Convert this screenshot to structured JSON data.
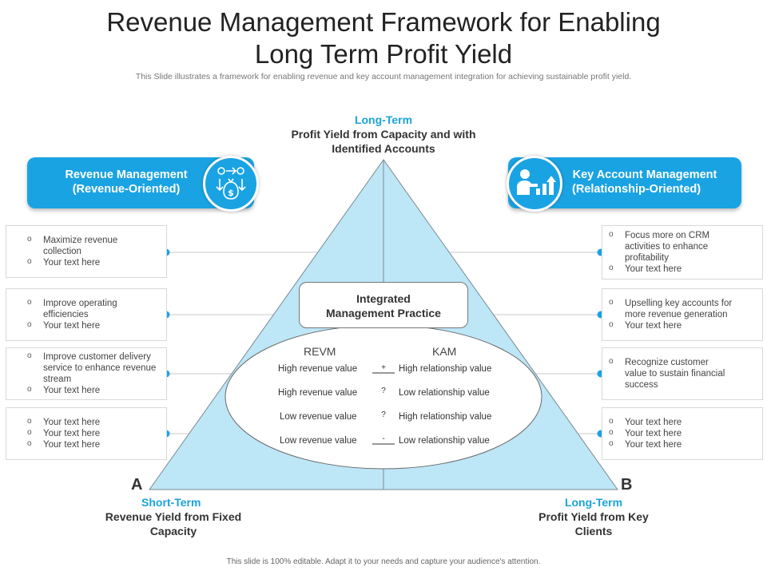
{
  "title_line1": "Revenue Management Framework for Enabling",
  "title_line2": "Long Term Profit Yield",
  "subtitle": "This Slide illustrates a framework for enabling revenue and key account management integration for achieving sustainable profit yield.",
  "top": {
    "term": "Long-Term",
    "desc1": "Profit Yield from Capacity and with",
    "desc2": "Identified Accounts"
  },
  "left_corner": {
    "letter": "A",
    "term": "Short-Term",
    "desc1": "Revenue Yield from Fixed",
    "desc2": "Capacity"
  },
  "right_corner": {
    "letter": "B",
    "term": "Long-Term",
    "desc1": "Profit Yield from Key",
    "desc2": "Clients"
  },
  "left_pill": {
    "line1": "Revenue Management",
    "line2": "(Revenue-Oriented)",
    "icon": "money-flow-icon"
  },
  "right_pill": {
    "line1": "Key Account Management",
    "line2": "(Relationship-Oriented)",
    "icon": "client-growth-icon"
  },
  "left_boxes": [
    [
      "Maximize revenue collection",
      "Your text here"
    ],
    [
      "Improve operating efficiencies",
      "Your text here"
    ],
    [
      "Improve customer delivery service to enhance revenue stream",
      "Your text here"
    ],
    [
      "Your text here",
      "Your text here",
      "Your text here"
    ]
  ],
  "right_boxes": [
    [
      "Focus more on CRM activities to enhance profitability",
      "Your text here"
    ],
    [
      "Upselling key accounts for more revenue generation",
      "Your text here"
    ],
    [
      "Recognize customer value to sustain financial success"
    ],
    [
      "Your text here",
      "Your text here",
      "Your text here"
    ]
  ],
  "center": {
    "line1": "Integrated",
    "line2": "Management Practice",
    "col_left": "REVM",
    "col_right": "KAM",
    "rows": [
      {
        "left": "High revenue value",
        "symbol": "+",
        "right": "High relationship value"
      },
      {
        "left": "High revenue value",
        "symbol": "?",
        "right": "Low relationship value"
      },
      {
        "left": "Low revenue value",
        "symbol": "?",
        "right": "High relationship value"
      },
      {
        "left": "Low revenue value",
        "symbol": "-",
        "right": "Low relationship value"
      }
    ]
  },
  "footer": "This slide is 100% editable. Adapt it to your needs and capture your audience's attention.",
  "colors": {
    "accent": "#1aa3e3",
    "triangle_fill": "#bde6f7",
    "dot": "#1aa3e3"
  }
}
